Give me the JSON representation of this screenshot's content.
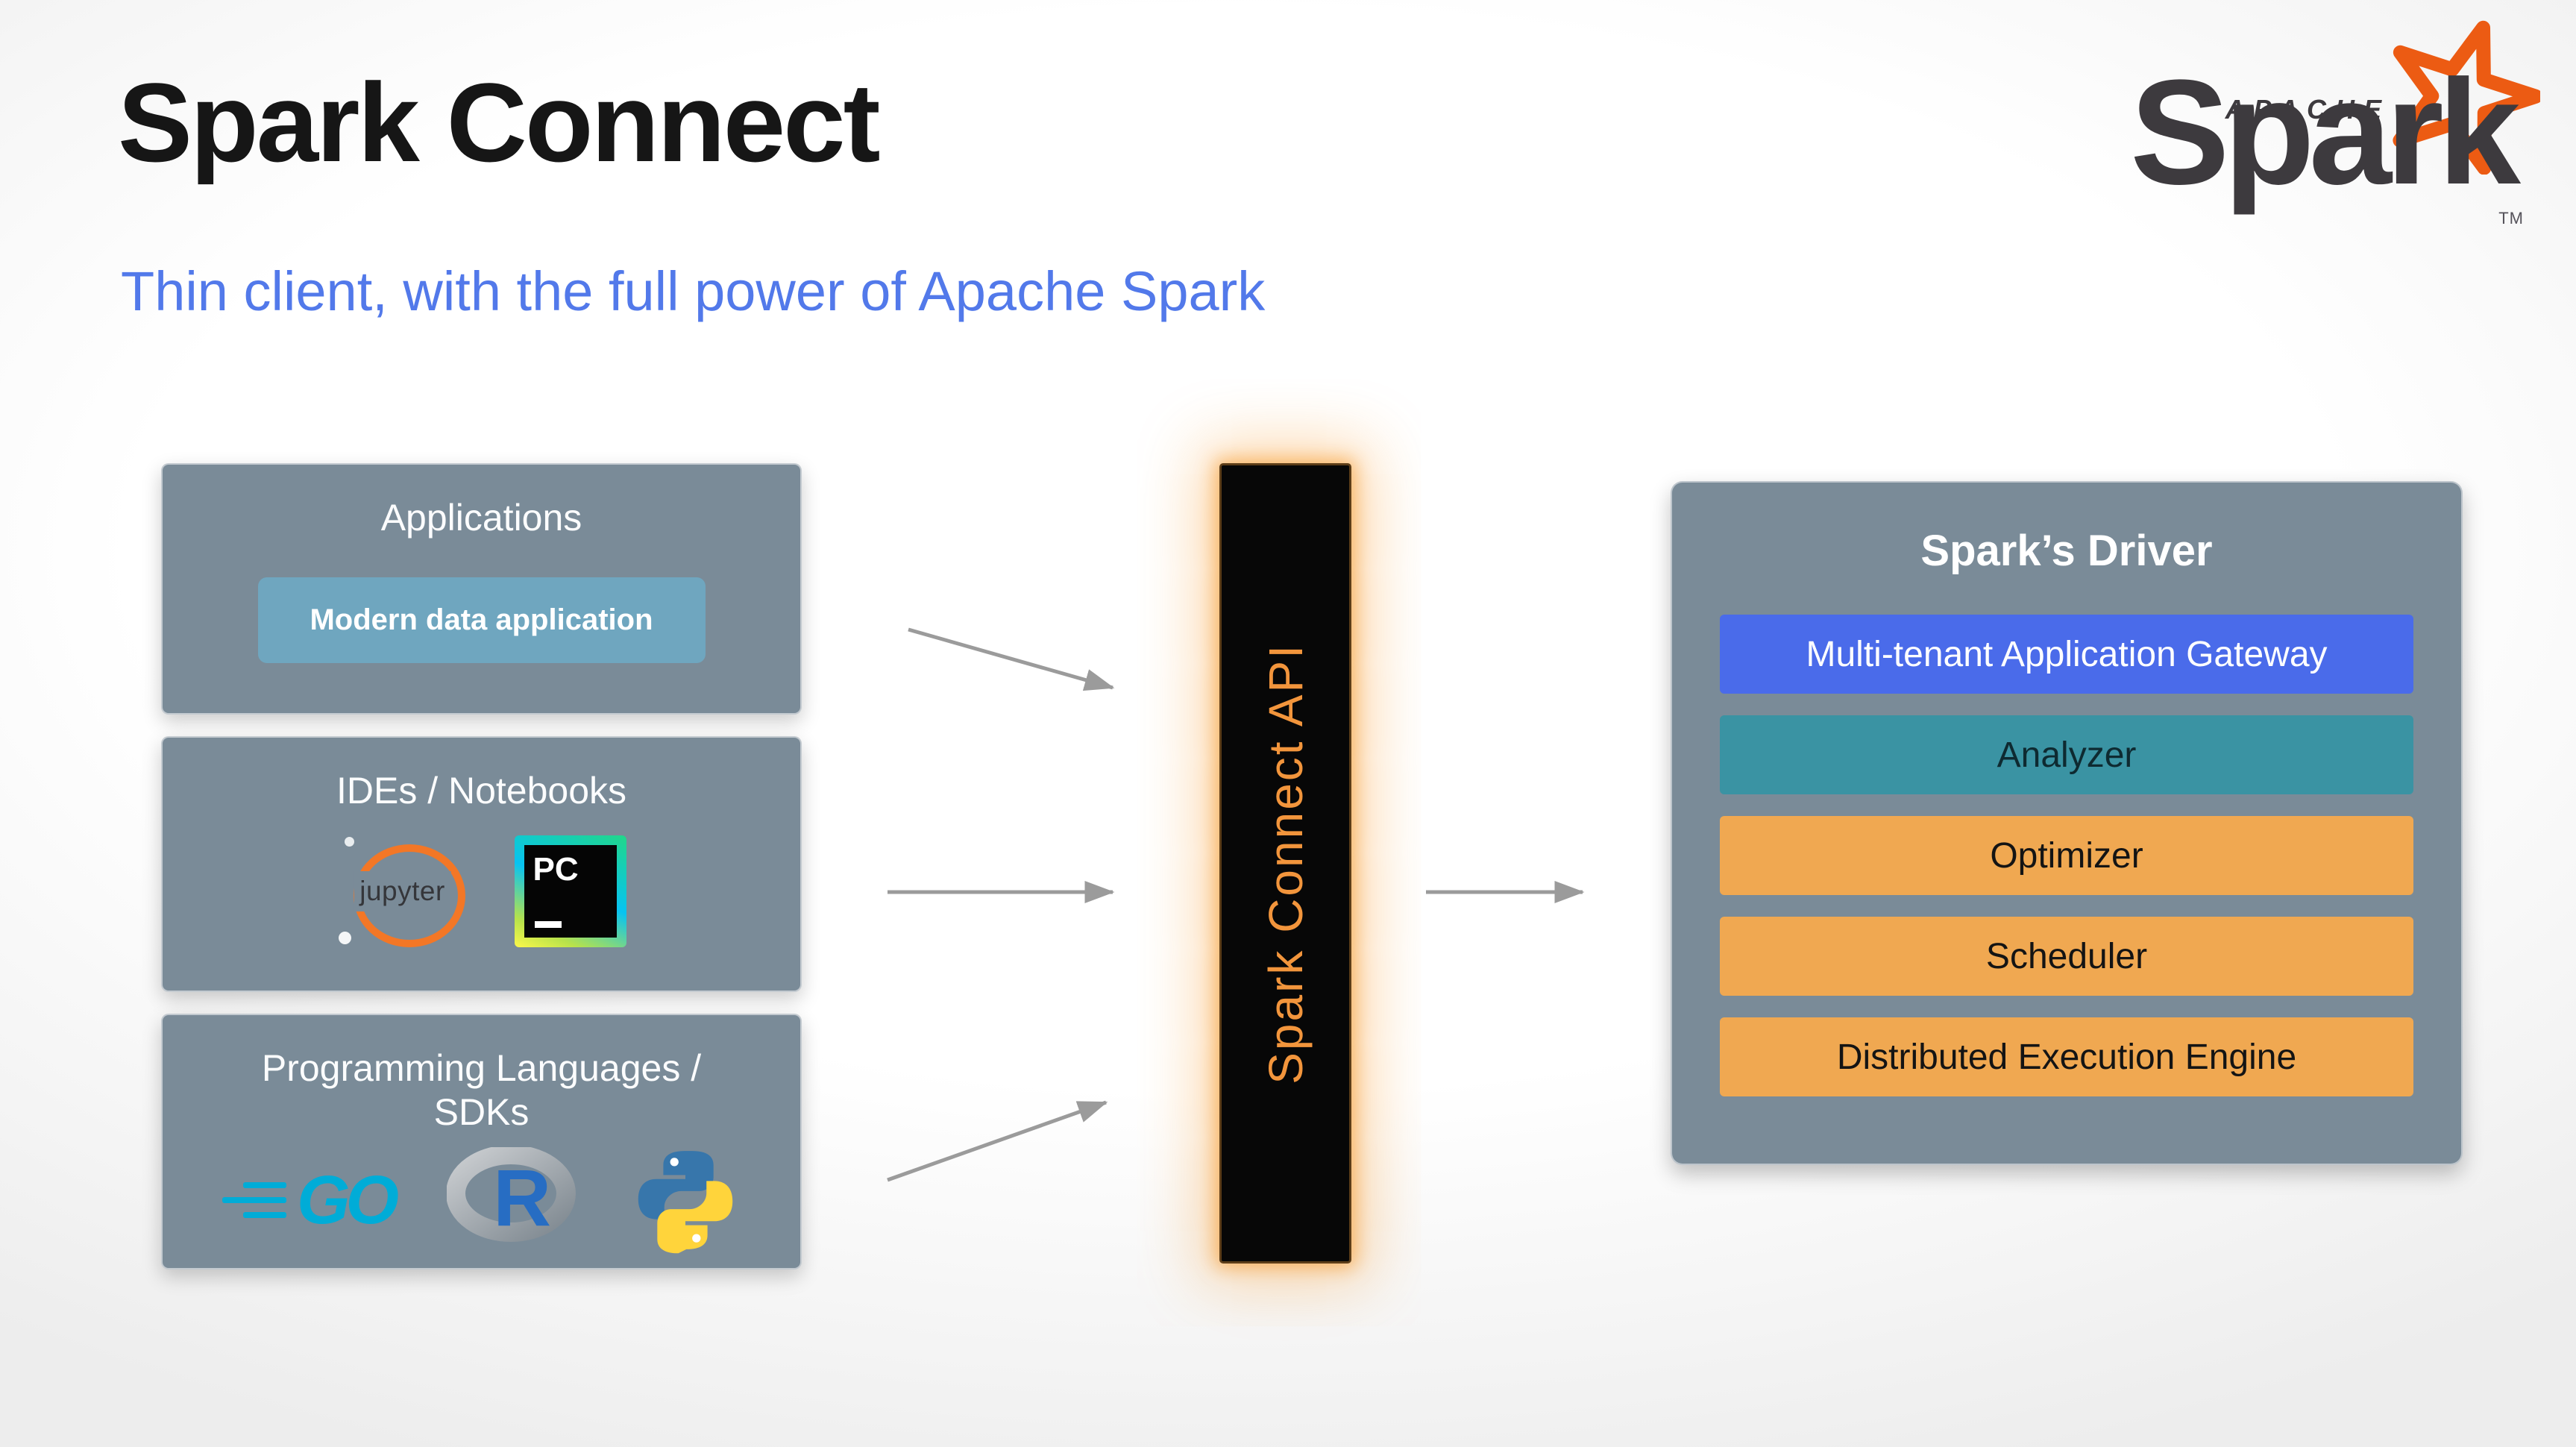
{
  "header": {
    "title": "Spark Connect",
    "subtitle": "Thin client, with the full power of Apache Spark"
  },
  "logo": {
    "apache": "APACHE",
    "spark": "Spark",
    "tm": "TM",
    "star_icon": "spark-star-icon",
    "star_color": "#EC5B13",
    "wordmark_color": "#3D3A3E"
  },
  "left_column": {
    "applications": {
      "title": "Applications",
      "pill_label": "Modern data application",
      "pill_color": "#6FA6BF"
    },
    "ides": {
      "title": "IDEs / Notebooks",
      "icons": [
        "jupyter-logo-icon",
        "pycharm-logo-icon"
      ],
      "jupyter_label": "jupyter",
      "pycharm_label": "PC"
    },
    "languages": {
      "title": "Programming Languages / SDKs",
      "icons": [
        "go-logo-icon",
        "r-logo-icon",
        "python-logo-icon"
      ],
      "go_label": "GO",
      "r_label": "R"
    }
  },
  "connector": {
    "label": "Spark Connect API",
    "bar_color": "#070707",
    "text_color": "#F2953C",
    "glow_color": "#F7941D"
  },
  "driver": {
    "title": "Spark’s Driver",
    "rows": [
      {
        "label": "Multi-tenant Application Gateway",
        "color": "#4A6BEA",
        "text_color": "#FFFFFF"
      },
      {
        "label": "Analyzer",
        "color": "#3A93A3",
        "text_color": "#0E2A31"
      },
      {
        "label": "Optimizer",
        "color": "#F0A851",
        "text_color": "#141414"
      },
      {
        "label": "Scheduler",
        "color": "#F0A851",
        "text_color": "#141414"
      },
      {
        "label": "Distributed Execution Engine",
        "color": "#F0A851",
        "text_color": "#141414"
      }
    ]
  },
  "colors": {
    "box_bg": "#7A8B98",
    "subtitle_accent": "#5279EA",
    "arrow_gray": "#9B9B9B",
    "jupyter_orange": "#F37726",
    "go_cyan": "#00ACD7",
    "r_blue": "#276DC3",
    "python_blue": "#3776AB",
    "python_yellow": "#FFD43B"
  }
}
